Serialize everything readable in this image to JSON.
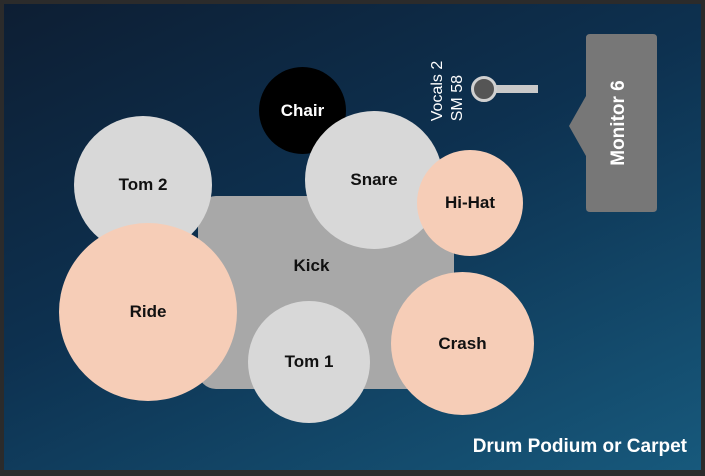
{
  "diagram": {
    "kick": "Kick",
    "tom2": "Tom 2",
    "ride": "Ride",
    "snare": "Snare",
    "chair": "Chair",
    "hihat": "Hi-Hat",
    "crash": "Crash",
    "tom1": "Tom 1",
    "mic": {
      "line1": "Vocals 2",
      "line2": "SM 58"
    },
    "monitor": "Monitor 6",
    "podium": "Drum Podium or Carpet"
  },
  "colors": {
    "drum_shell": "#d8d8d8",
    "cymbal": "#f6cdb7",
    "kick": "#a8a8a8",
    "chair": "#000000",
    "monitor": "#777777",
    "background_top": "#0d1e33",
    "background_bottom": "#17597c"
  }
}
